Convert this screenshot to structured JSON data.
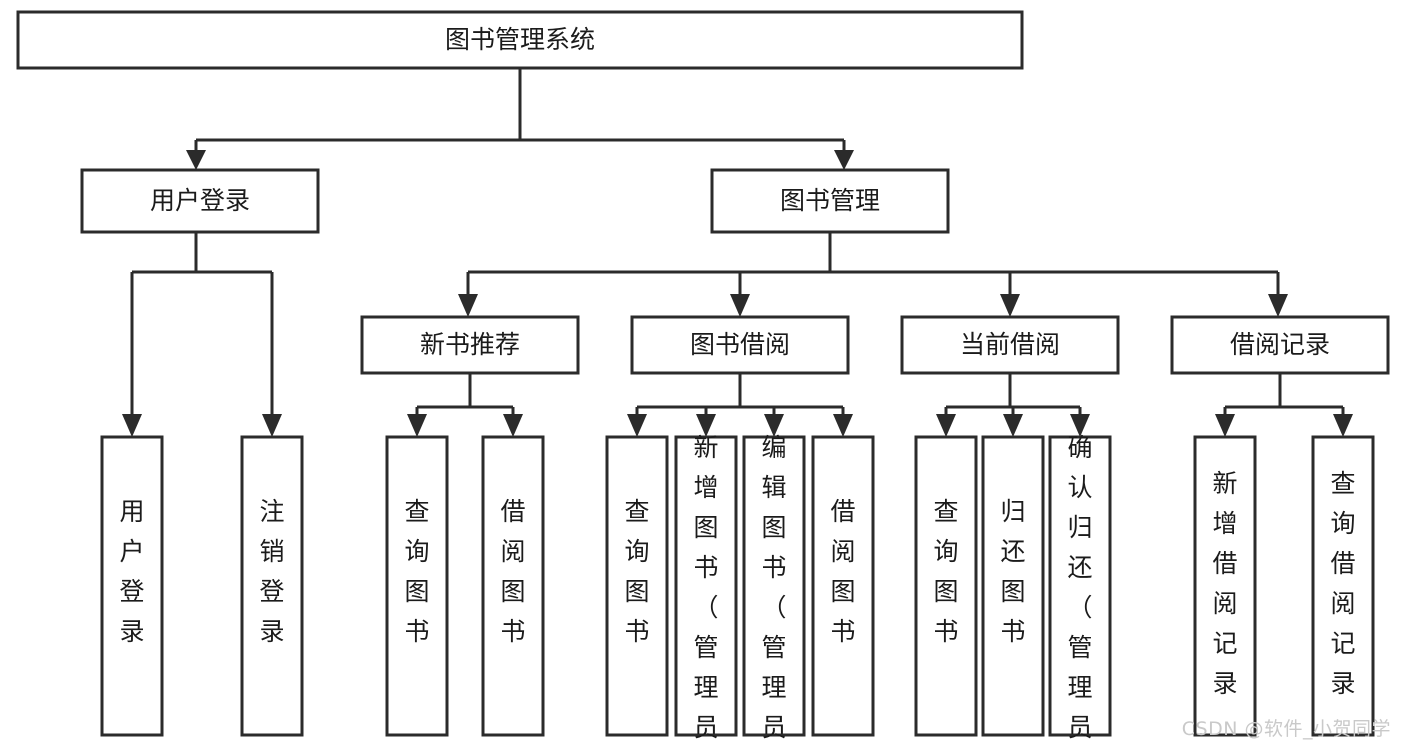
{
  "diagram": {
    "type": "tree-hierarchy",
    "title": "图书管理系统",
    "watermark": "CSDN @软件_小贺同学",
    "colors": {
      "box_stroke": "#2b2b2b",
      "box_fill": "#ffffff",
      "text": "#1b1b1b",
      "background": "#ffffff",
      "watermark": "#c9c9c9"
    },
    "levels": {
      "root": {
        "label": "图书管理系统"
      },
      "level2": [
        {
          "id": "user-login",
          "label": "用户登录"
        },
        {
          "id": "book-management",
          "label": "图书管理"
        }
      ],
      "level3": [
        {
          "id": "new-book-recommend",
          "label": "新书推荐",
          "parent": "book-management"
        },
        {
          "id": "book-borrow",
          "label": "图书借阅",
          "parent": "book-management"
        },
        {
          "id": "current-borrow",
          "label": "当前借阅",
          "parent": "book-management"
        },
        {
          "id": "borrow-record",
          "label": "借阅记录",
          "parent": "book-management"
        }
      ],
      "leaves": [
        {
          "id": "leaf-user-login",
          "label": "用户登录",
          "parent": "user-login"
        },
        {
          "id": "leaf-logout-login",
          "label": "注销登录",
          "parent": "user-login"
        },
        {
          "id": "leaf-query-book-1",
          "label": "查询图书",
          "parent": "new-book-recommend"
        },
        {
          "id": "leaf-borrow-book-1",
          "label": "借阅图书",
          "parent": "new-book-recommend"
        },
        {
          "id": "leaf-query-book-2",
          "label": "查询图书",
          "parent": "book-borrow"
        },
        {
          "id": "leaf-add-book",
          "label": "新增图书（管理员）",
          "parent": "book-borrow"
        },
        {
          "id": "leaf-edit-book",
          "label": "编辑图书（管理员）",
          "parent": "book-borrow"
        },
        {
          "id": "leaf-borrow-book-2",
          "label": "借阅图书",
          "parent": "book-borrow"
        },
        {
          "id": "leaf-query-book-3",
          "label": "查询图书",
          "parent": "current-borrow"
        },
        {
          "id": "leaf-return-book",
          "label": "归还图书",
          "parent": "current-borrow"
        },
        {
          "id": "leaf-confirm-return",
          "label": "确认归还（管理员）",
          "parent": "current-borrow"
        },
        {
          "id": "leaf-add-record",
          "label": "新增借阅记录",
          "parent": "borrow-record"
        },
        {
          "id": "leaf-query-record",
          "label": "查询借阅记录",
          "parent": "borrow-record"
        }
      ]
    }
  }
}
